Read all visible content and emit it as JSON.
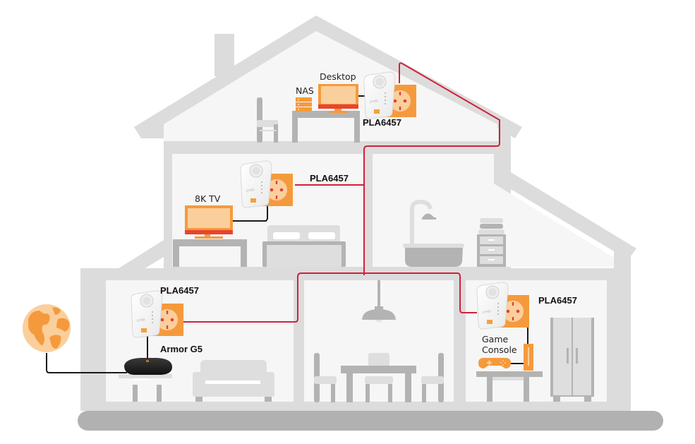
{
  "diagram": {
    "title": "Zyxel powerline home network",
    "colors": {
      "house_frame": "#dcdcdc",
      "room_fill": "#f6f6f6",
      "furniture": "#b3b3b3",
      "furniture_light": "#dedede",
      "ground": "#b1b1b1",
      "accent_orange": "#f59a3c",
      "accent_orange_light": "#fbcf9c",
      "powerline_red": "#d2213a",
      "ethernet_black": "#1a1a1a",
      "socket_dot": "#e2403a",
      "router_dark": "#2a2a2a"
    },
    "floors": {
      "attic": {
        "room": "office",
        "devices": [
          {
            "name": "NAS",
            "label": "NAS"
          },
          {
            "name": "Desktop",
            "label": "Desktop"
          }
        ],
        "adapter": {
          "model": "PLA6457",
          "label": "PLA6457"
        }
      },
      "upper": {
        "rooms": [
          "bedroom",
          "bathroom"
        ],
        "devices": [
          {
            "name": "8K TV",
            "label": "8K TV"
          }
        ],
        "adapter": {
          "model": "PLA6457",
          "label": "PLA6457"
        }
      },
      "ground": {
        "rooms": [
          "living room",
          "dining room",
          "kitchen"
        ],
        "router": {
          "model": "Armor G5",
          "label": "Armor G5"
        },
        "living_adapter": {
          "model": "PLA6457",
          "label": "PLA6457"
        },
        "kitchen_adapter": {
          "model": "PLA6457",
          "label": "PLA6457"
        },
        "devices": [
          {
            "name": "Game Console",
            "label_line1": "Game",
            "label_line2": "Console"
          }
        ]
      }
    },
    "internet": {
      "icon": "globe-icon",
      "label": ""
    },
    "connections": [
      {
        "from": "internet",
        "to": "Armor G5",
        "type": "ethernet"
      },
      {
        "from": "Armor G5",
        "to": "PLA6457 (living room)",
        "type": "ethernet"
      },
      {
        "from": "PLA6457 (living room)",
        "to": "PLA6457 (bedroom)",
        "type": "powerline"
      },
      {
        "from": "PLA6457 (living room)",
        "to": "PLA6457 (attic)",
        "type": "powerline"
      },
      {
        "from": "PLA6457 (living room)",
        "to": "PLA6457 (kitchen)",
        "type": "powerline"
      },
      {
        "from": "PLA6457 (attic)",
        "to": "Desktop",
        "type": "ethernet"
      },
      {
        "from": "PLA6457 (bedroom)",
        "to": "8K TV",
        "type": "ethernet"
      },
      {
        "from": "PLA6457 (kitchen)",
        "to": "Game Console",
        "type": "ethernet"
      }
    ]
  }
}
